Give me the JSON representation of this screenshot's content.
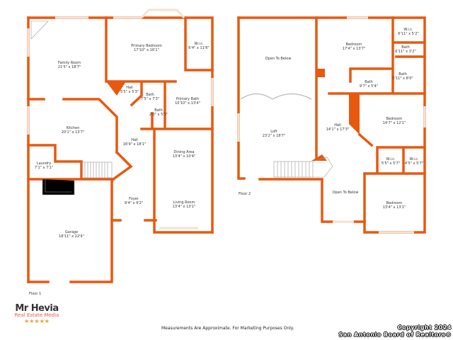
{
  "colors": {
    "wall": "#e8580f",
    "window": "#f6e2d2",
    "stairs": "#999999",
    "logo_accent": "#e85a4f",
    "stars": "#f0a020"
  },
  "floor1": {
    "label": "Floor 1",
    "rooms": [
      {
        "name": "Family Room",
        "dims": "21'5\" x 18'7\""
      },
      {
        "name": "Primary Bedroom",
        "dims": "17'10\" x 16'1\""
      },
      {
        "name": "W.i.c.",
        "dims": "6'4\" x 11'6\""
      },
      {
        "name": "Hall",
        "dims": "5'5\" x 5'3\""
      },
      {
        "name": "Bath",
        "dims": "7'5\" x 7'3\""
      },
      {
        "name": "Primary Bath",
        "dims": "10'10\" x 13'4\""
      },
      {
        "name": "Bath",
        "dims": "2'0\" x 5'3\""
      },
      {
        "name": "Kitchen",
        "dims": "20'1\" x 13'7\""
      },
      {
        "name": "Hall",
        "dims": "16'9\" x 18'1\""
      },
      {
        "name": "Dining Area",
        "dims": "13'4\" x 10'4\""
      },
      {
        "name": "Laundry",
        "dims": "7'1\" x 7'1\""
      },
      {
        "name": "Foyer",
        "dims": "9'4\" x 9'2\""
      },
      {
        "name": "Living Room",
        "dims": "13'4\" x 13'1\""
      },
      {
        "name": "Garage",
        "dims": "18'11\" x 22'9\""
      }
    ]
  },
  "floor2": {
    "label": "Floor 2",
    "rooms": [
      {
        "name": "Open To Below",
        "dims": ""
      },
      {
        "name": "Bedroom",
        "dims": "17'4\" x 13'7\""
      },
      {
        "name": "W.i.c.",
        "dims": "6'11\" x 5'2\""
      },
      {
        "name": "Bath",
        "dims": "6'11\" x 3'2\""
      },
      {
        "name": "Bath",
        "dims": "5'11\" x 8'0\""
      },
      {
        "name": "Bath",
        "dims": "9'7\" x 5'4\""
      },
      {
        "name": "Loft",
        "dims": "23'2\" x 18'7\""
      },
      {
        "name": "Hall",
        "dims": "14'1\" x 17'3\""
      },
      {
        "name": "Bedroom",
        "dims": "14'7\" x 12'1\""
      },
      {
        "name": "W.i.c.",
        "dims": "5'5\" x 5'7\""
      },
      {
        "name": "W.i.c.",
        "dims": "4'5\" x 5'7\""
      },
      {
        "name": "Open To Below",
        "dims": ""
      },
      {
        "name": "Bedroom",
        "dims": "13'4\" x 13'1\""
      }
    ]
  },
  "logo": {
    "brand": "Mr Hevia",
    "tagline": "Real Estate Media",
    "stars": "★★★★★"
  },
  "footer": {
    "note": "Measurements Are Approximate. For Marketing Purposes Only.",
    "copyright_line1": "Copyright 2024",
    "copyright_line2": "San Antonio Board of Realtors®"
  }
}
